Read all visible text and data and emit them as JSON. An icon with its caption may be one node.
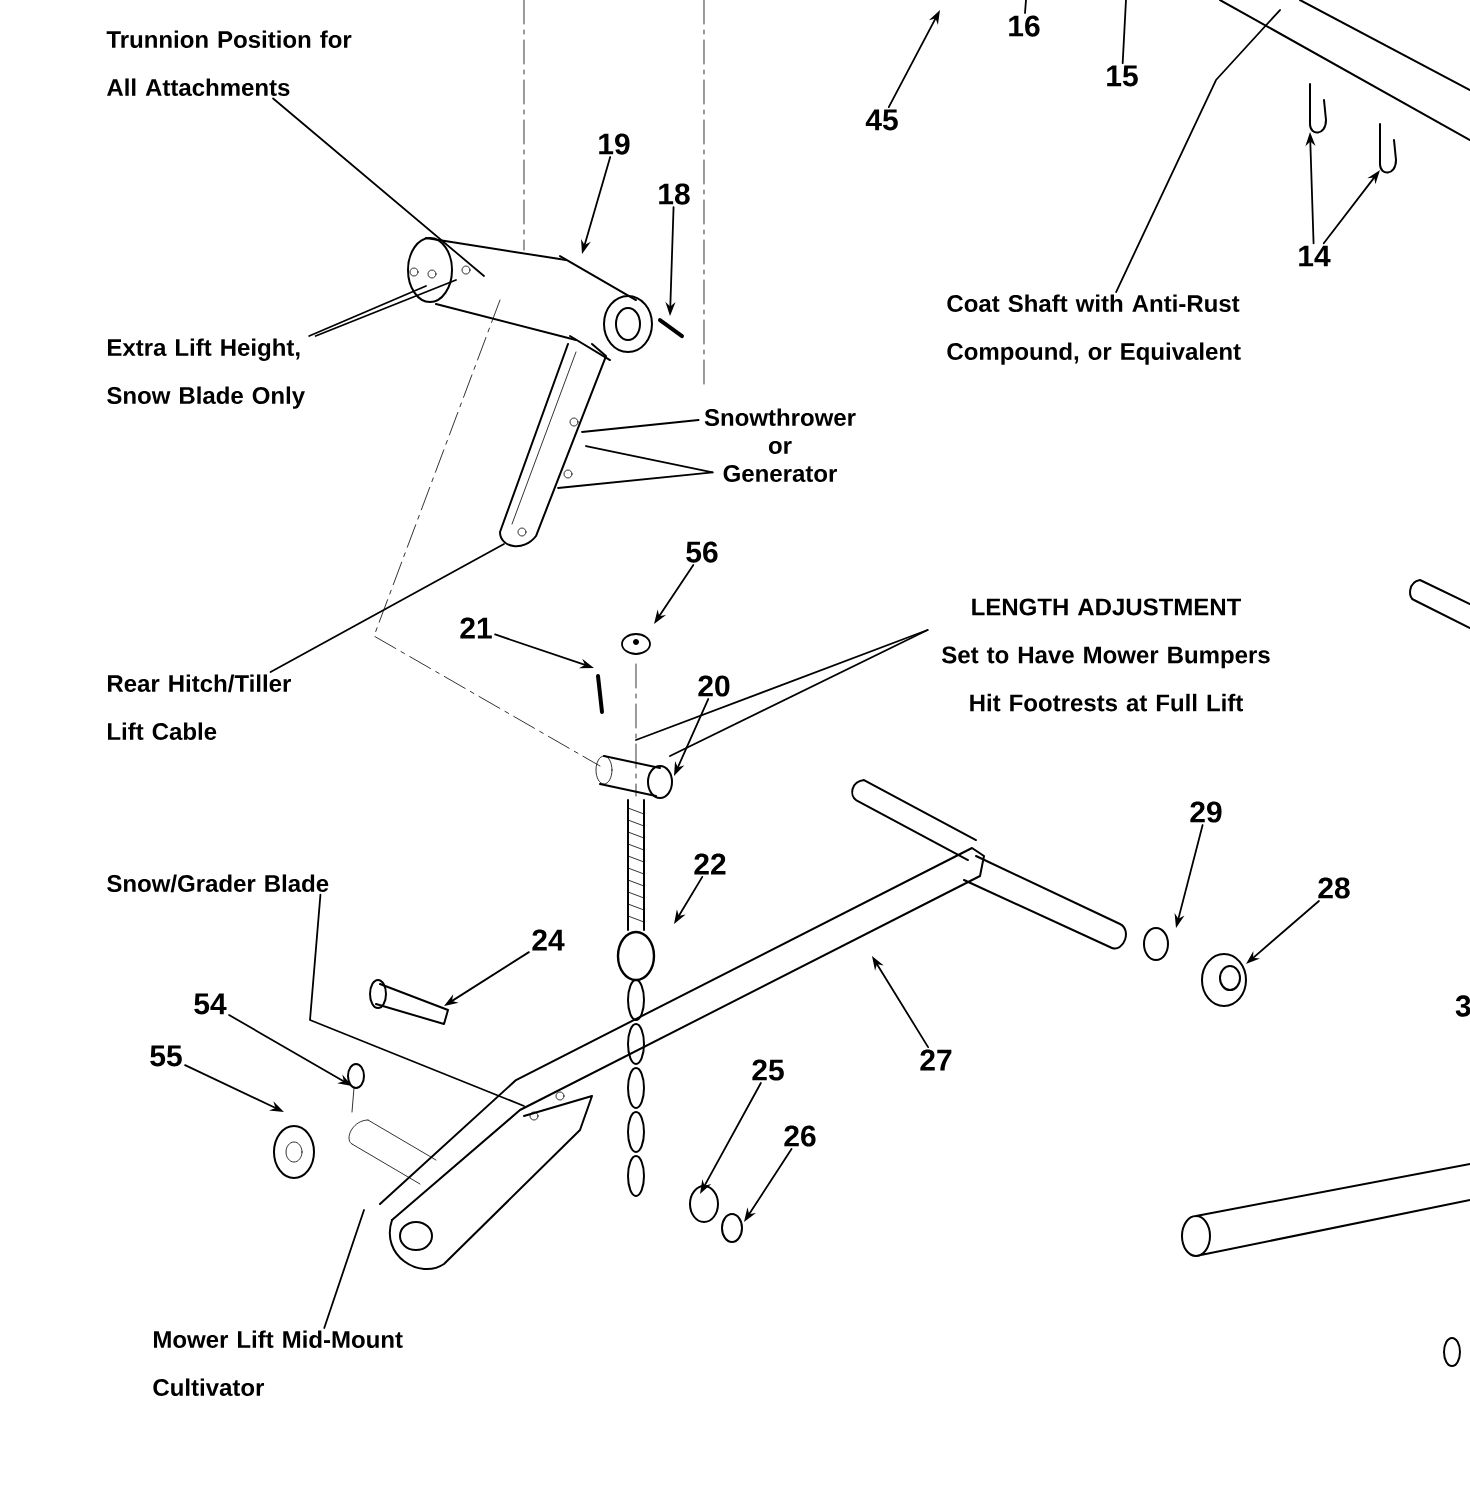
{
  "diagram": {
    "nodes": [
      {
        "text": [
          "Trunnion Position for All Attachments"
        ]
      },
      {
        "text": [
          "19"
        ]
      },
      {
        "text": [
          "18"
        ]
      },
      {
        "text": [
          "Extra Lift Height, Snow Blade Only"
        ]
      },
      {
        "text": [
          "Snowthrower or Generator"
        ]
      },
      {
        "text": [
          "Rear Hitch/Tiller Lift Cable"
        ]
      },
      {
        "text": [
          "45"
        ]
      },
      {
        "text": [
          "16"
        ]
      },
      {
        "text": [
          "15"
        ]
      },
      {
        "text": [
          "14"
        ]
      },
      {
        "text": [
          "Coat Shaft with Anti-Rust Compound, or Equivalent"
        ]
      },
      {
        "text": [
          "56"
        ]
      },
      {
        "text": [
          "21"
        ]
      },
      {
        "text": [
          "LENGTH ADJUSTMENT",
          "Set to Have Mower Bumpers Hit Footrests at Full Lift"
        ]
      },
      {
        "text": [
          "20"
        ]
      },
      {
        "text": [
          "22"
        ]
      },
      {
        "text": [
          "Snow/Grader Blade"
        ]
      },
      {
        "text": [
          "24"
        ]
      },
      {
        "text": [
          "54"
        ]
      },
      {
        "text": [
          "55"
        ]
      },
      {
        "text": [
          "Mower Lift Mid-Mount Cultivator"
        ]
      },
      {
        "text": [
          "25"
        ]
      },
      {
        "text": [
          "26"
        ]
      },
      {
        "text": [
          "27"
        ]
      },
      {
        "text": [
          "29"
        ]
      },
      {
        "text": [
          "28"
        ]
      }
    ],
    "edges": [
      {
        "from": 0,
        "to": null,
        "arrow": "none"
      },
      {
        "from": 1,
        "to": null,
        "arrow": "to"
      },
      {
        "from": 2,
        "to": null,
        "arrow": "to"
      },
      {
        "from": 3,
        "to": null,
        "arrow": "none"
      },
      {
        "from": 3,
        "to": null,
        "arrow": "none"
      },
      {
        "from": 4,
        "to": null,
        "arrow": "none"
      },
      {
        "from": 4,
        "to": null,
        "arrow": "none"
      },
      {
        "from": 4,
        "to": null,
        "arrow": "none"
      },
      {
        "from": 5,
        "to": null,
        "arrow": "none"
      },
      {
        "from": 6,
        "to": null,
        "arrow": "to"
      },
      {
        "from": 7,
        "to": null,
        "arrow": "none"
      },
      {
        "from": 8,
        "to": null,
        "arrow": "none"
      },
      {
        "from": 9,
        "to": null,
        "arrow": "to"
      },
      {
        "from": 9,
        "to": null,
        "arrow": "to"
      },
      {
        "from": 10,
        "to": null,
        "arrow": "none"
      },
      {
        "from": 11,
        "to": null,
        "arrow": "to"
      },
      {
        "from": 12,
        "to": null,
        "arrow": "to"
      },
      {
        "from": 13,
        "to": null,
        "arrow": "none"
      },
      {
        "from": 13,
        "to": null,
        "arrow": "none"
      },
      {
        "from": 14,
        "to": null,
        "arrow": "to"
      },
      {
        "from": 15,
        "to": null,
        "arrow": "to"
      },
      {
        "from": 16,
        "to": null,
        "arrow": "none"
      },
      {
        "from": 17,
        "to": null,
        "arrow": "to"
      },
      {
        "from": 18,
        "to": null,
        "arrow": "to"
      },
      {
        "from": 19,
        "to": null,
        "arrow": "to"
      },
      {
        "from": 20,
        "to": null,
        "arrow": "none"
      },
      {
        "from": 21,
        "to": null,
        "arrow": "to"
      },
      {
        "from": 22,
        "to": null,
        "arrow": "to"
      },
      {
        "from": 23,
        "to": null,
        "arrow": "to"
      },
      {
        "from": 24,
        "to": null,
        "arrow": "to"
      },
      {
        "from": 25,
        "to": null,
        "arrow": "to"
      }
    ],
    "labels": [
      "3"
    ]
  }
}
